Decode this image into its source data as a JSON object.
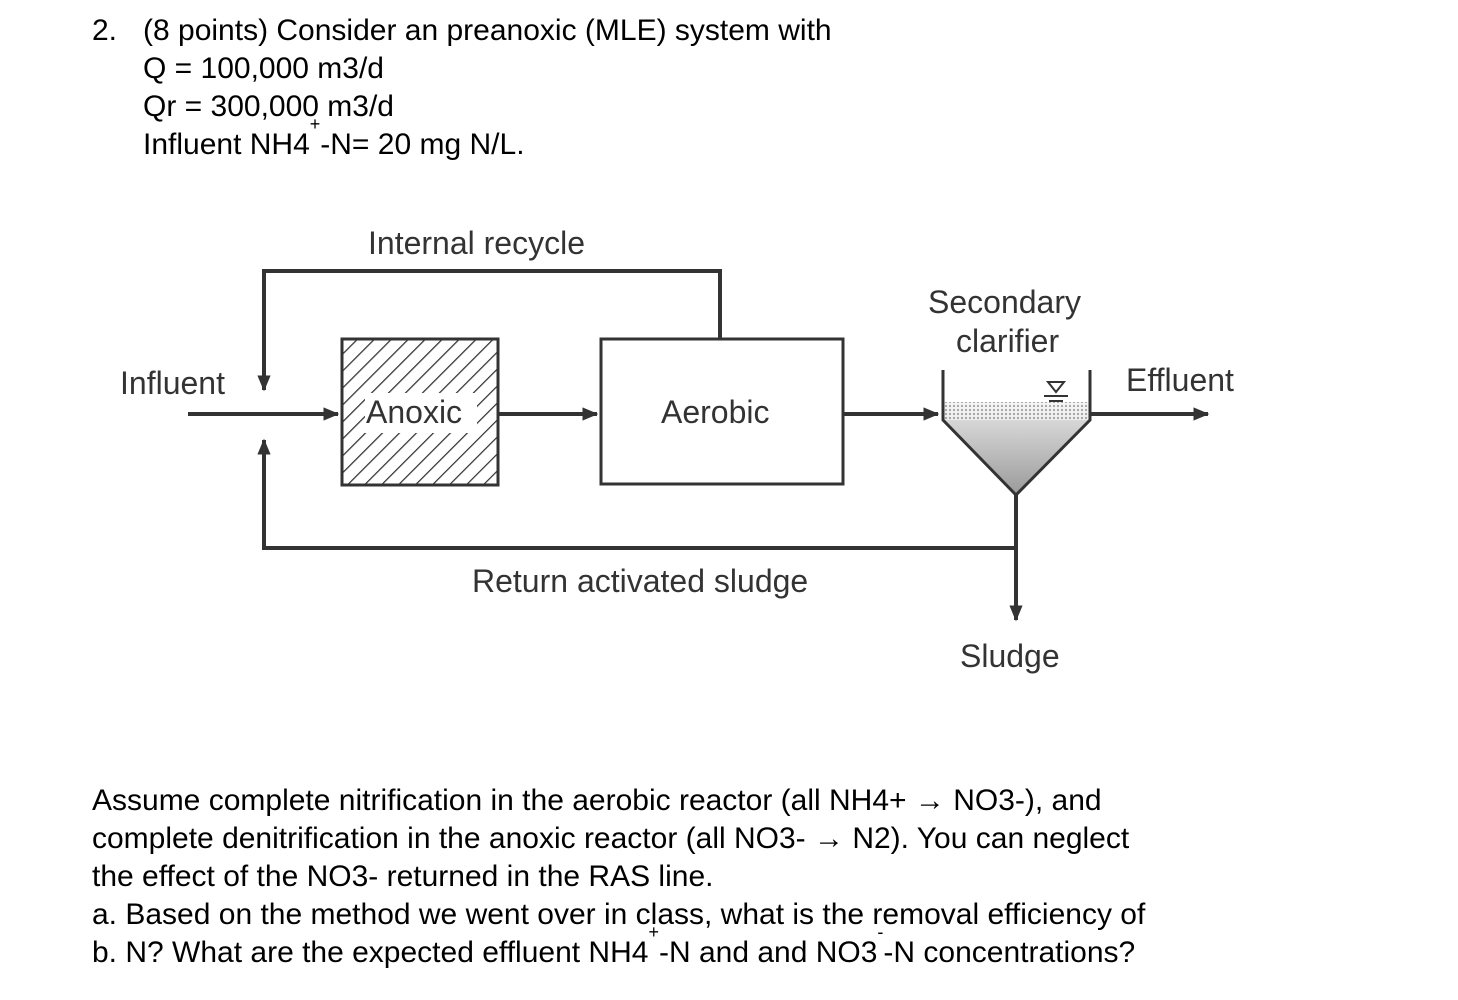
{
  "question": {
    "number": "2.",
    "header": "(8 points) Consider an preanoxic (MLE) system with",
    "q_line": "Q = 100,000 m3/d",
    "qr_line": "Qr = 300,000 m3/d",
    "influent_prefix": "Influent NH4",
    "influent_sup": "+",
    "influent_suffix": "-N= 20 mg N/L."
  },
  "diagram": {
    "internal_recycle": "Internal recycle",
    "secondary": "Secondary",
    "clarifier": "clarifier",
    "influent": "Influent",
    "effluent": "Effluent",
    "anoxic": "Anoxic",
    "aerobic": "Aerobic",
    "return_sludge": "Return activated sludge",
    "sludge": "Sludge"
  },
  "body": {
    "line1": "Assume complete nitrification in the aerobic reactor (all NH4+ → NO3-), and",
    "line2": "complete denitrification in the anoxic reactor (all NO3- → N2). You can neglect",
    "line3": "the effect of the NO3- returned in the RAS line.",
    "line4": "a. Based on the method we went over in class, what is the removal efficiency of",
    "line5_a": "b. N? What are the expected effluent NH4",
    "line5_sup1": "+",
    "line5_b": "-N and and NO3",
    "line5_sup2": "-",
    "line5_c": "-N concentrations?"
  }
}
